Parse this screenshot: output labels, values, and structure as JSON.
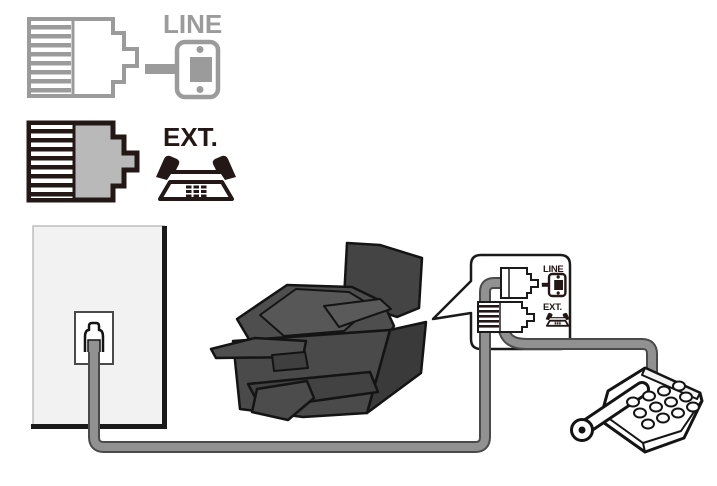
{
  "legend": {
    "line": {
      "label": "LINE",
      "plug_icon": "rj11-plug-icon",
      "jack_icon": "wall-jack-icon",
      "color": "#9b9b9b"
    },
    "ext": {
      "label": "EXT.",
      "plug_icon": "rj11-plug-icon",
      "phone_icon": "telephone-icon",
      "color": "#231815"
    }
  },
  "scene": {
    "wall": {
      "name": "wall-with-telephone-jack"
    },
    "printer": {
      "name": "multifunction-printer"
    },
    "callout": {
      "line_port": {
        "label": "LINE",
        "jack_icon": "wall-jack-icon"
      },
      "ext_port": {
        "label": "EXT.",
        "phone_icon": "telephone-icon"
      }
    },
    "telephone": {
      "name": "external-desk-telephone"
    }
  },
  "colors": {
    "background": "#ffffff",
    "legend_gray": "#9b9b9b",
    "legend_dark": "#231815",
    "connector_fill": "#b9b9b9",
    "cable_fill": "#919191",
    "cable_outline": "#4a4a4a",
    "wall_fill": "#f2f2f2",
    "printer_body": "#4a4a4a",
    "outline_black": "#141414"
  }
}
